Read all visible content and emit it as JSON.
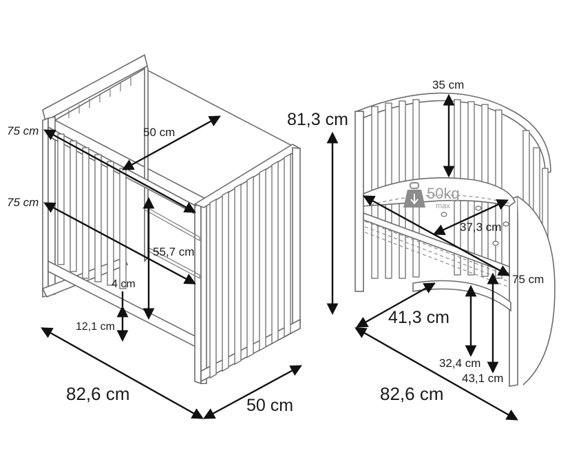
{
  "left_diagram": {
    "labels": {
      "top_width": "50 cm",
      "rail_top": "75 cm",
      "rail_mid": "75 cm",
      "inner_height": "55,7 cm",
      "gap_small": "4 cm",
      "base_height": "12,1 cm",
      "length": "82,6 cm",
      "depth": "50 cm"
    }
  },
  "right_diagram": {
    "labels": {
      "total_height": "81,3 cm",
      "top_gap": "35 cm",
      "weight_value": "50kg",
      "weight_max": "max",
      "seat_depth": "37,3 cm",
      "seat_width": "75 cm",
      "opening": "41,3 cm",
      "height_a": "32,4 cm",
      "height_b": "43,1 cm",
      "length": "82,6 cm"
    }
  },
  "colors": {
    "outline": "#6b6b6b",
    "dimension": "#111111",
    "weight_icon": "#8c8c8c"
  }
}
